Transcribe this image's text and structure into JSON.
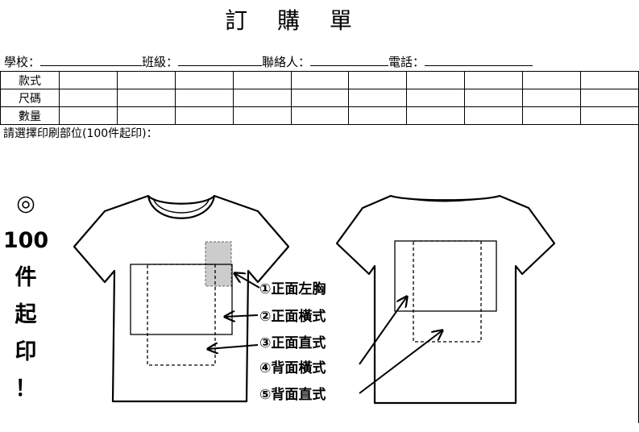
{
  "title": "訂 購 單",
  "info": {
    "school": "學校：",
    "class": "班級：",
    "contact": "聯絡人：",
    "phone": "電話："
  },
  "table": {
    "rows": [
      "款式",
      "尺碼",
      "數量"
    ]
  },
  "print_section": {
    "label": "請選擇印刷部位(100件起印)："
  },
  "sidebar": [
    "◎",
    "100",
    "件",
    "起",
    "印",
    "！"
  ],
  "positions": [
    "①正面左胸",
    "②正面橫式",
    "③正面直式",
    "④背面橫式",
    "⑤背面直式"
  ]
}
